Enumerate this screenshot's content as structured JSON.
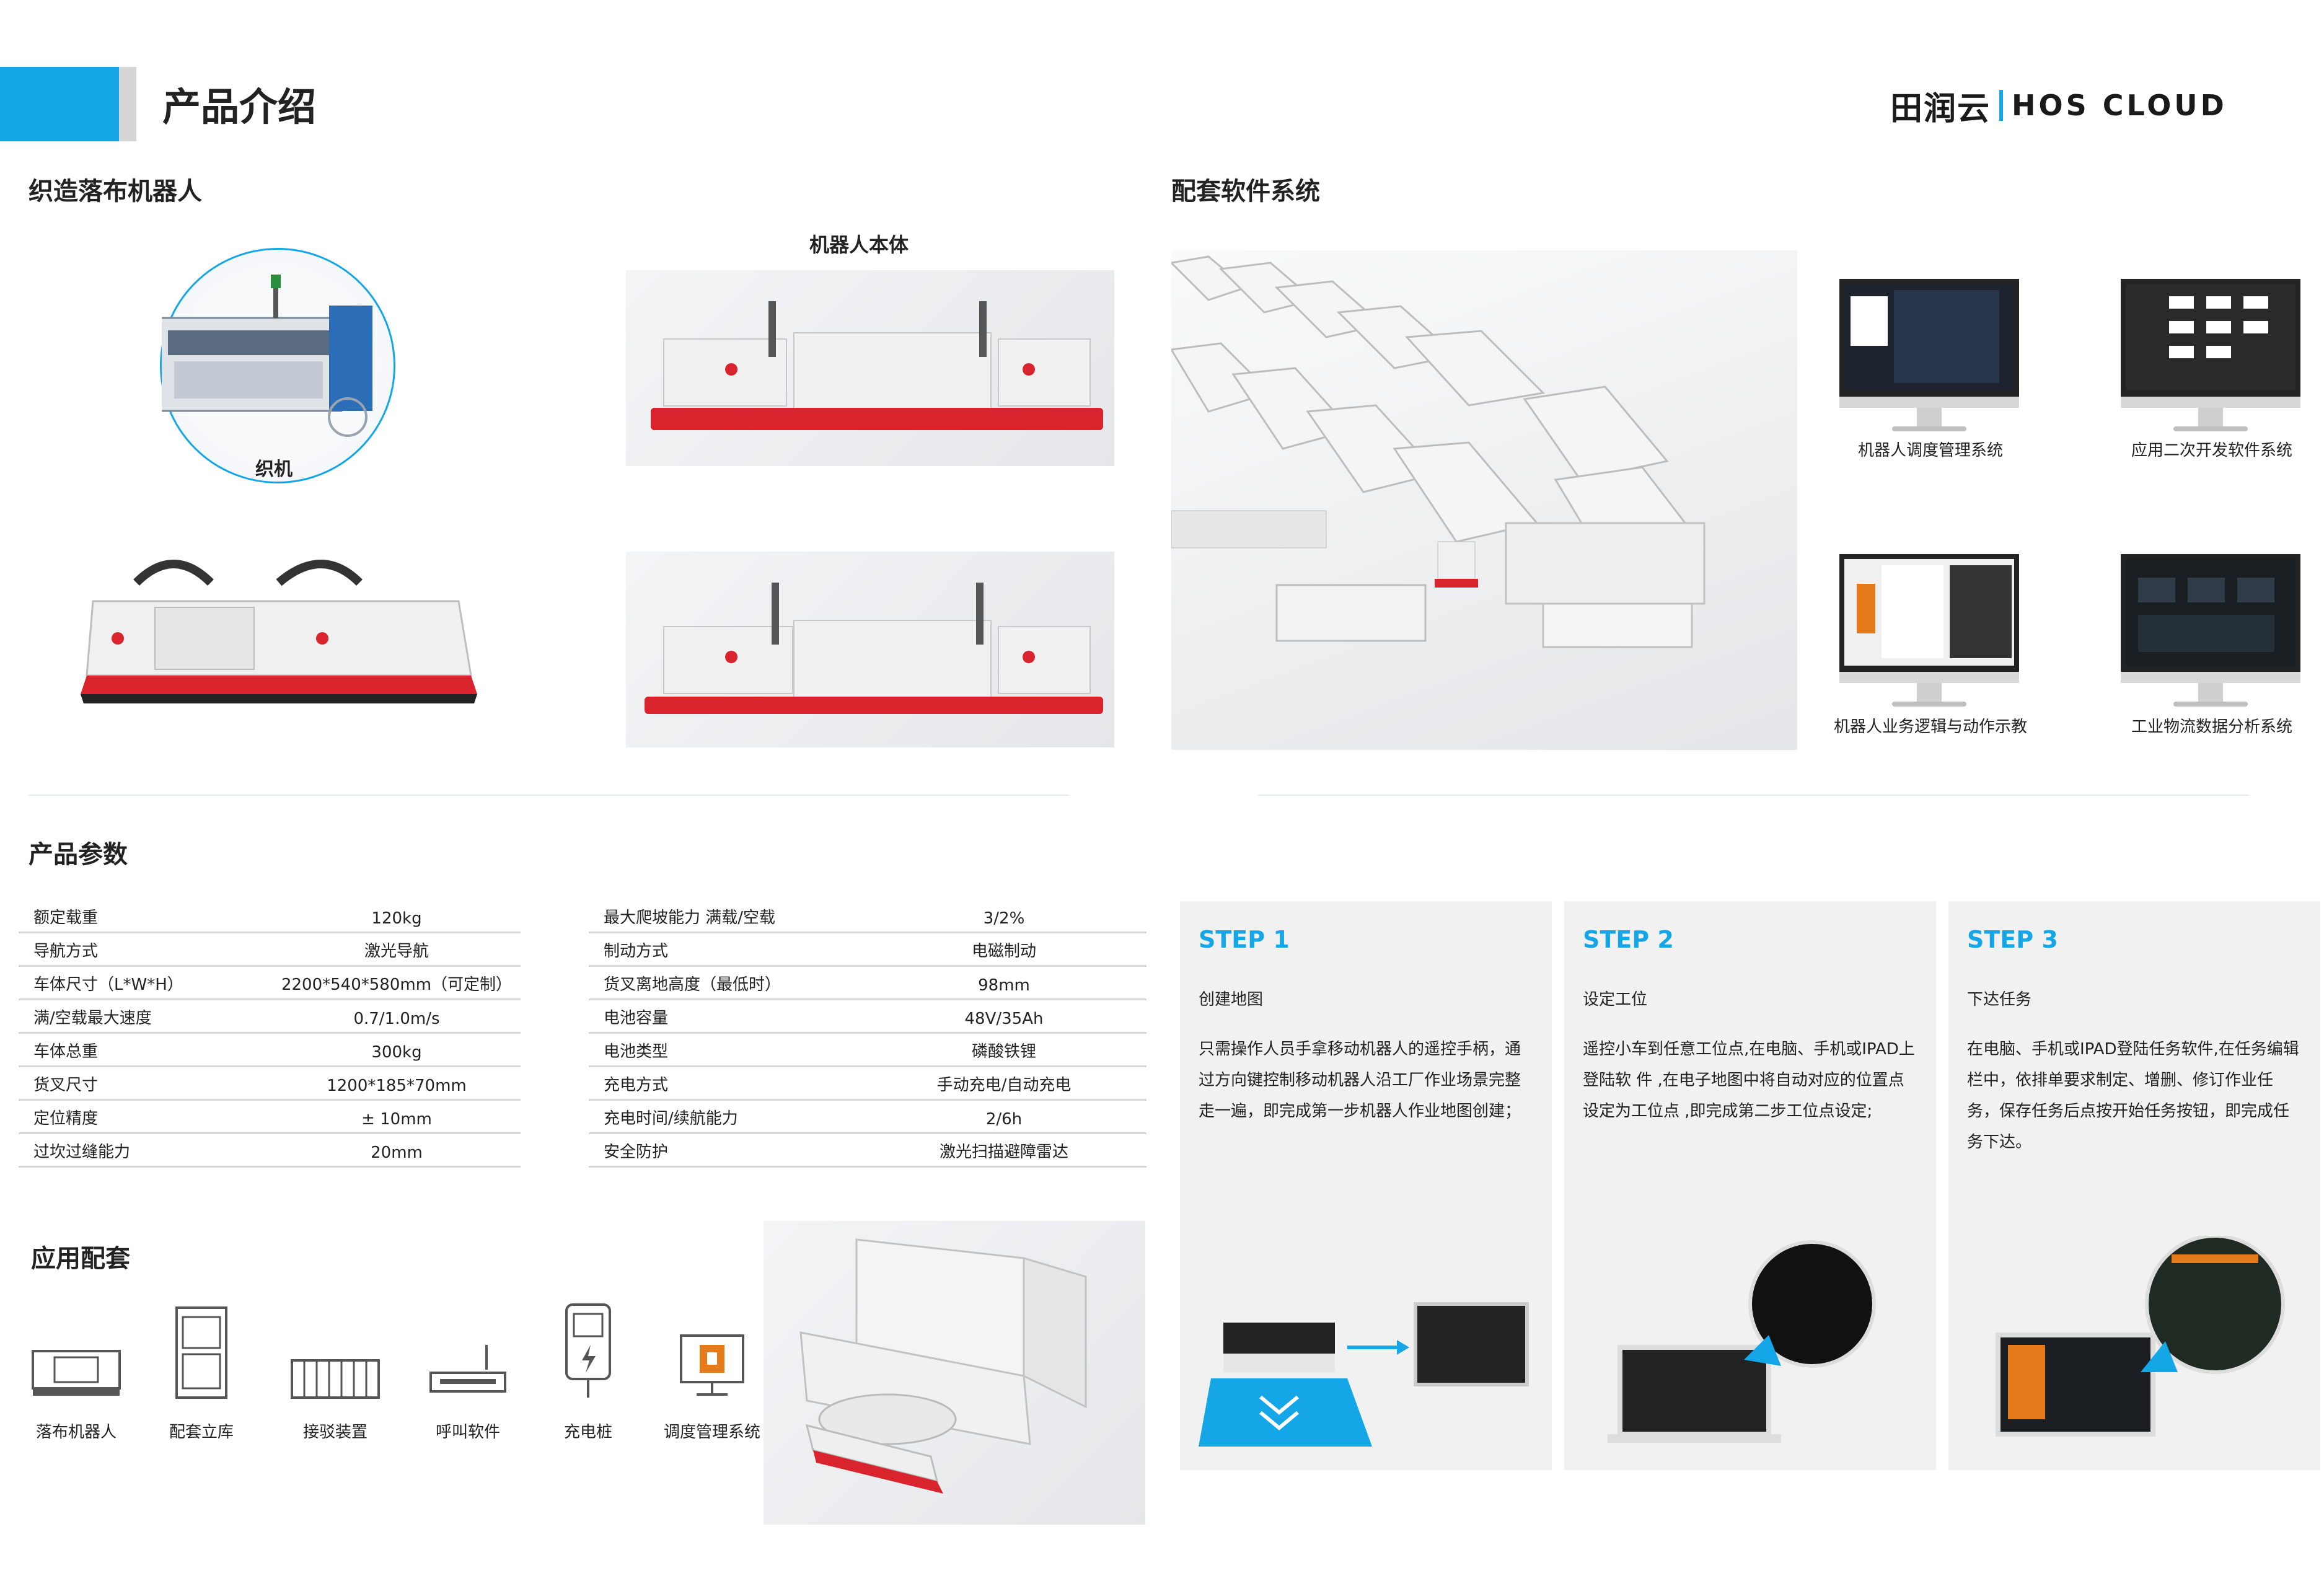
{
  "header": {
    "title": "产品介绍",
    "logo_cn": "田润云",
    "logo_en": "HOS CLOUD",
    "accent": "#14a6e6"
  },
  "robot_section": {
    "title": "织造落布机器人",
    "loom_caption": "织机",
    "body_caption": "机器人本体"
  },
  "software_section": {
    "title": "配套软件系统",
    "monitors": [
      {
        "label": "机器人调度管理系统"
      },
      {
        "label": "应用二次开发软件系统"
      },
      {
        "label": "机器人业务逻辑与动作示教"
      },
      {
        "label": "工业物流数据分析系统"
      }
    ]
  },
  "params_section": {
    "title": "产品参数",
    "left": [
      {
        "k": "额定载重",
        "v": "120kg"
      },
      {
        "k": "导航方式",
        "v": "激光导航"
      },
      {
        "k": "车体尺寸（L*W*H）",
        "v": "2200*540*580mm（可定制）"
      },
      {
        "k": "满/空载最大速度",
        "v": "0.7/1.0m/s"
      },
      {
        "k": "车体总重",
        "v": "300kg"
      },
      {
        "k": "货叉尺寸",
        "v": "1200*185*70mm"
      },
      {
        "k": "定位精度",
        "v": "± 10mm"
      },
      {
        "k": "过坎过缝能力",
        "v": "20mm"
      }
    ],
    "right": [
      {
        "k": "最大爬坡能力  满载/空载",
        "v": "3/2%"
      },
      {
        "k": "制动方式",
        "v": "电磁制动"
      },
      {
        "k": "货叉离地高度（最低时）",
        "v": "98mm"
      },
      {
        "k": "电池容量",
        "v": "48V/35Ah"
      },
      {
        "k": "电池类型",
        "v": "磷酸铁锂"
      },
      {
        "k": "充电方式",
        "v": "手动充电/自动充电"
      },
      {
        "k": "充电时间/续航能力",
        "v": "2/6h"
      },
      {
        "k": "安全防护",
        "v": "激光扫描避障雷达"
      }
    ]
  },
  "steps": [
    {
      "title": "STEP 1",
      "subtitle": "创建地图",
      "desc": "只需操作人员手拿移动机器人的遥控手柄，通过方向键控制移动机器人沿工厂作业场景完整走一遍，即完成第一步机器人作业地图创建；"
    },
    {
      "title": "STEP 2",
      "subtitle": "设定工位",
      "desc": "遥控小车到任意工位点,在电脑、手机或IPAD上登陆软 件 ,在电子地图中将自动对应的位置点设定为工位点 ,即完成第二步工位点设定;"
    },
    {
      "title": "STEP 3",
      "subtitle": "下达任务",
      "desc": "在电脑、手机或IPAD登陆任务软件,在任务编辑栏中，依排单要求制定、增删、修订作业任务，保存任务后点按开始任务按钮，即完成任务下达。"
    }
  ],
  "apps_section": {
    "title": "应用配套",
    "items": [
      {
        "label": "落布机器人"
      },
      {
        "label": "配套立库"
      },
      {
        "label": "接驳装置"
      },
      {
        "label": "呼叫软件"
      },
      {
        "label": "充电桩"
      },
      {
        "label": "调度管理系统"
      }
    ]
  }
}
